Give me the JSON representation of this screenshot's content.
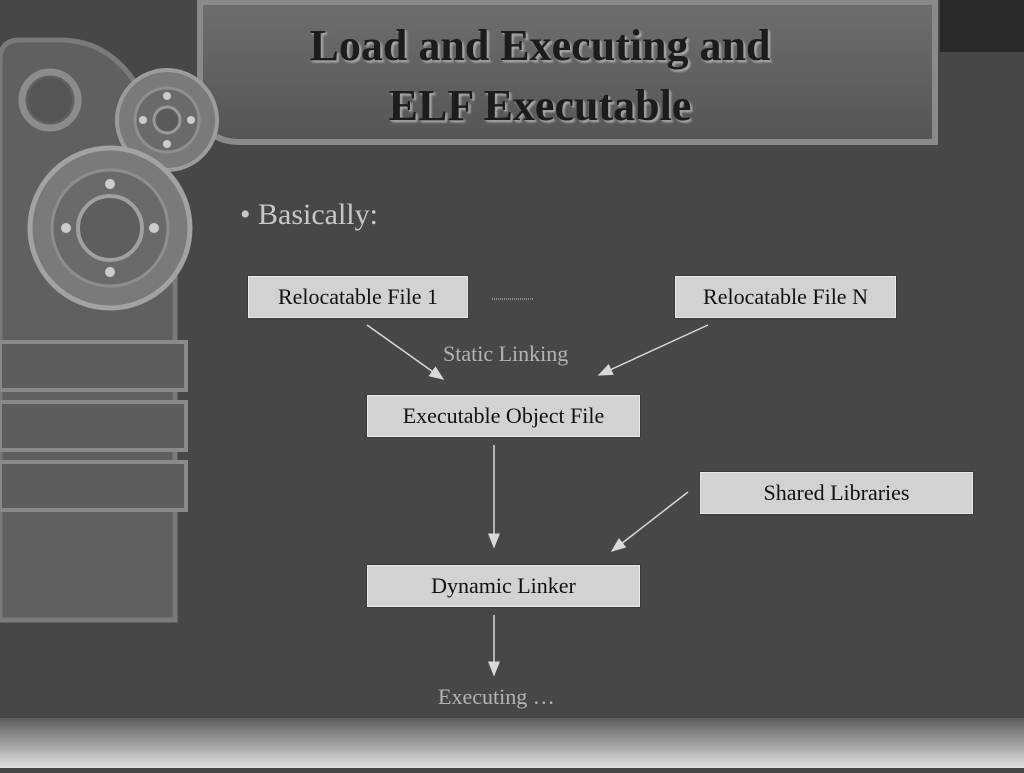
{
  "slide": {
    "title_line1": "Load and Executing and",
    "title_line2": "ELF Executable",
    "bullet": "• Basically:"
  },
  "diagram": {
    "reloc_file_1": "Relocatable File 1",
    "reloc_file_n": "Relocatable File N",
    "static_linking": "Static Linking",
    "executable_object_file": "Executable Object File",
    "shared_libraries": "Shared Libraries",
    "dynamic_linker": "Dynamic Linker",
    "executing": "Executing …"
  },
  "colors": {
    "background": "#474747",
    "box_fill": "#d2d2d2",
    "arrow": "#d8d8d8",
    "muted_text": "#b4b4b4"
  }
}
